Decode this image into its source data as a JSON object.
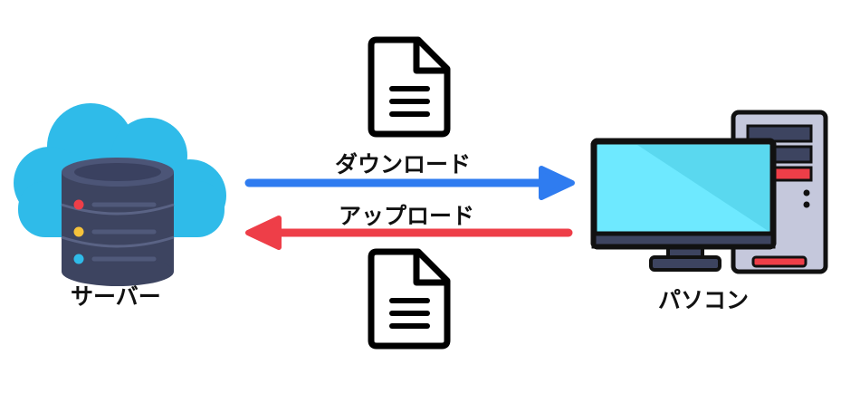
{
  "server": {
    "label": "サーバー",
    "icon": "database-cloud-icon"
  },
  "pc": {
    "label": "パソコン",
    "icon": "desktop-computer-icon"
  },
  "download": {
    "label": "ダウンロード",
    "color": "#2f7cf0",
    "direction": "server-to-pc"
  },
  "upload": {
    "label": "アップロード",
    "color": "#ee3e48",
    "direction": "pc-to-server"
  },
  "documents": [
    {
      "icon": "document-icon"
    },
    {
      "icon": "document-icon"
    }
  ],
  "colors": {
    "cloud": "#2fbbe9",
    "database": "#3d4460",
    "monitor_screen": "#6ee9ff",
    "tower": "#c5c8dc",
    "accent_red": "#ee3e48",
    "accent_blue": "#2f7cf0"
  }
}
